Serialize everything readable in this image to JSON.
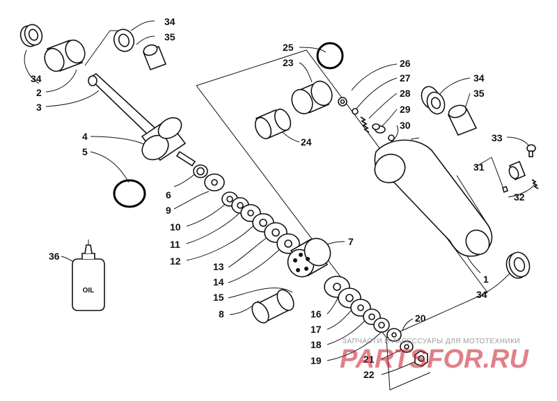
{
  "diagram": {
    "labels": [
      "34",
      "35",
      "34",
      "2",
      "3",
      "4",
      "5",
      "6",
      "9",
      "10",
      "11",
      "12",
      "13",
      "14",
      "15",
      "8",
      "7",
      "16",
      "17",
      "18",
      "19",
      "20",
      "21",
      "22",
      "25",
      "23",
      "24",
      "26",
      "27",
      "28",
      "29",
      "30",
      "34",
      "35",
      "33",
      "31",
      "32",
      "1",
      "34",
      "36"
    ],
    "oil_text": "OIL"
  },
  "watermark": {
    "caption": "ЗАПЧАСТИ И АКСЕССУАРЫ ДЛЯ МОТОТЕХНИКИ",
    "logo": "PARTSFOR.RU"
  }
}
